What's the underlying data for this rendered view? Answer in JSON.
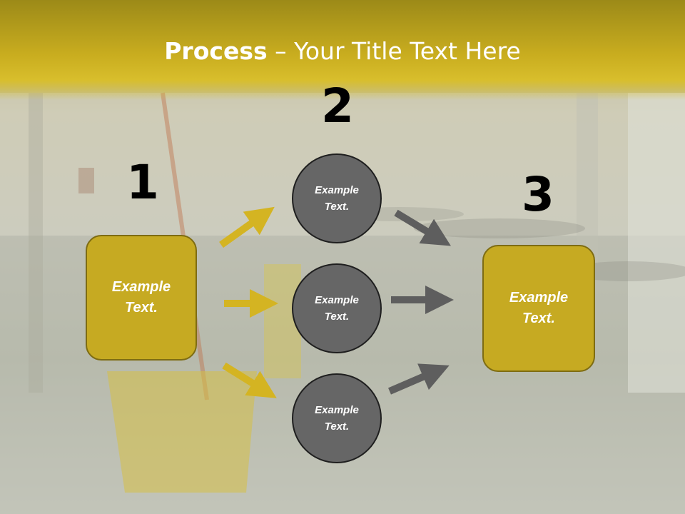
{
  "title": {
    "bold": "Process",
    "rest": " – Your Title Text Here"
  },
  "steps": [
    {
      "number": "1",
      "label_line1": "Example",
      "label_line2": "Text."
    },
    {
      "number": "2",
      "label_line1": "Example",
      "label_line2": "Text."
    },
    {
      "number": "3",
      "label_line1": "Example",
      "label_line2": "Text."
    }
  ],
  "circles": [
    {
      "line1": "Example",
      "line2": "Text."
    },
    {
      "line1": "Example",
      "line2": "Text."
    },
    {
      "line1": "Example",
      "line2": "Text."
    }
  ],
  "colors": {
    "accent": "#c6aa22",
    "circle": "#666666",
    "arrow_yellow": "#d4b422",
    "arrow_gray": "#5e5e5e"
  }
}
